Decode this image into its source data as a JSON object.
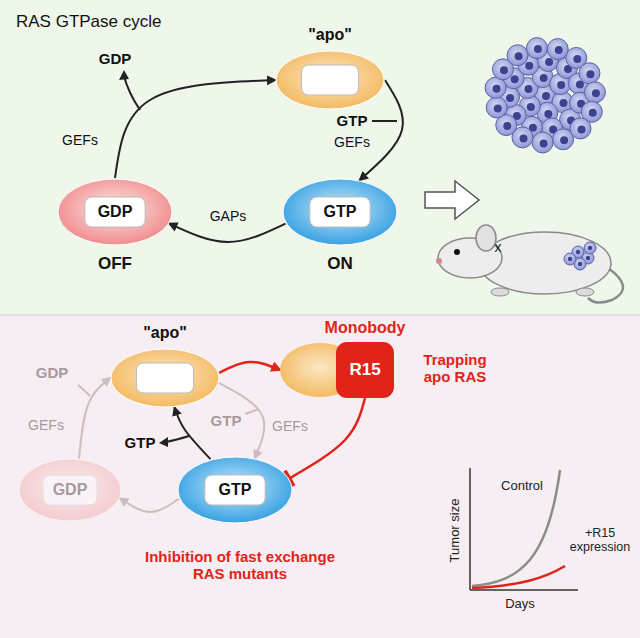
{
  "diagram": {
    "title": "RAS GTPase cycle",
    "nodes": [
      {
        "text": [
          "\"apo\""
        ]
      },
      {
        "text": [
          "GDP",
          "OFF"
        ]
      },
      {
        "text": [
          "GTP",
          "ON"
        ]
      },
      {
        "text": [
          "\"apo\""
        ]
      },
      {
        "text": [
          "Monobody",
          "R15"
        ]
      },
      {
        "text": [
          "GDP"
        ]
      },
      {
        "text": [
          "GTP"
        ]
      }
    ],
    "edges": [
      {
        "from": 1,
        "to": 0,
        "label": "GEFs",
        "arrow": "to"
      },
      {
        "from": 0,
        "to": 2,
        "label": "GEFs",
        "arrow": "to"
      },
      {
        "from": 2,
        "to": 1,
        "label": "GAPs",
        "arrow": "to"
      },
      {
        "from": 5,
        "to": 3,
        "label": "GEFs",
        "arrow": "to"
      },
      {
        "from": 3,
        "to": 6,
        "label": "GEFs",
        "arrow": "to"
      },
      {
        "from": 6,
        "to": 5,
        "arrow": "to"
      },
      {
        "from": 3,
        "to": 4,
        "arrow": "to"
      },
      {
        "from": 4,
        "to": 6,
        "arrow": "to"
      },
      {
        "from": 6,
        "to": 3,
        "arrow": "to"
      }
    ],
    "labels": [
      "GDP",
      "GTP",
      "x",
      "Trapping apo RAS",
      "GDP",
      "GTP",
      "GTP",
      "Inhibition of fast exchange RAS mutants",
      "Tumor size",
      "Days",
      "Control",
      "+R15 expression"
    ]
  }
}
